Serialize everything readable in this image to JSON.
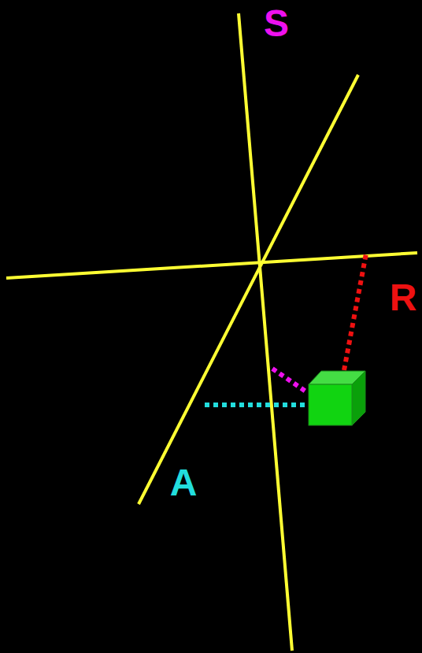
{
  "diagram": {
    "labels": [
      "S",
      "R",
      "A"
    ]
  }
}
